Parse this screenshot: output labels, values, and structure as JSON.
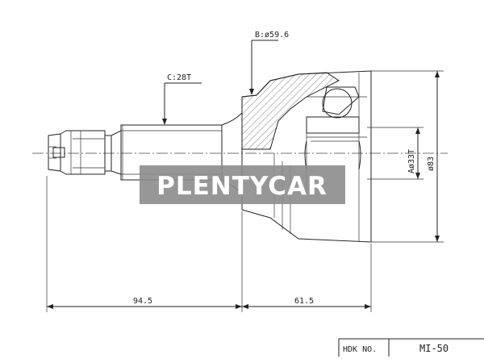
{
  "labels": {
    "dim_b": "B:ø59.6",
    "dim_c": "C:28T",
    "dim_a": "Aø33T",
    "dim_d": "ø83",
    "len_shaft": "94.5",
    "len_body": "61.5"
  },
  "watermark": {
    "text": "PLENTYCAR"
  },
  "title_block": {
    "hdk_label": "HDK NO.",
    "part_number": "MI-50"
  },
  "colors": {
    "ink": "#222222",
    "watermark_bg": "#8c8c8c",
    "watermark_text": "#ffffff"
  }
}
